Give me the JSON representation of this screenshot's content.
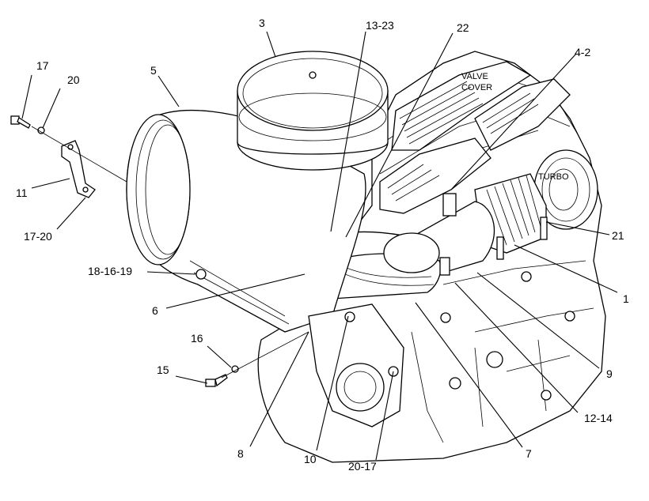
{
  "callouts": {
    "c3": "3",
    "c13_23": "13-23",
    "c22": "22",
    "c4_2": "4-2",
    "c17": "17",
    "c20": "20",
    "c5": "5",
    "c11": "11",
    "c17_20_left": "17-20",
    "c21": "21",
    "c18_16_19": "18-16-19",
    "c1": "1",
    "c6": "6",
    "c16": "16",
    "c9": "9",
    "c15": "15",
    "c12_14": "12-14",
    "c8": "8",
    "c10": "10",
    "c20_17_bottom": "20-17",
    "c7": "7"
  },
  "part_labels": {
    "valve_cover_line1": "VALVE",
    "valve_cover_line2": "COVER",
    "turbo": "TURBO"
  }
}
